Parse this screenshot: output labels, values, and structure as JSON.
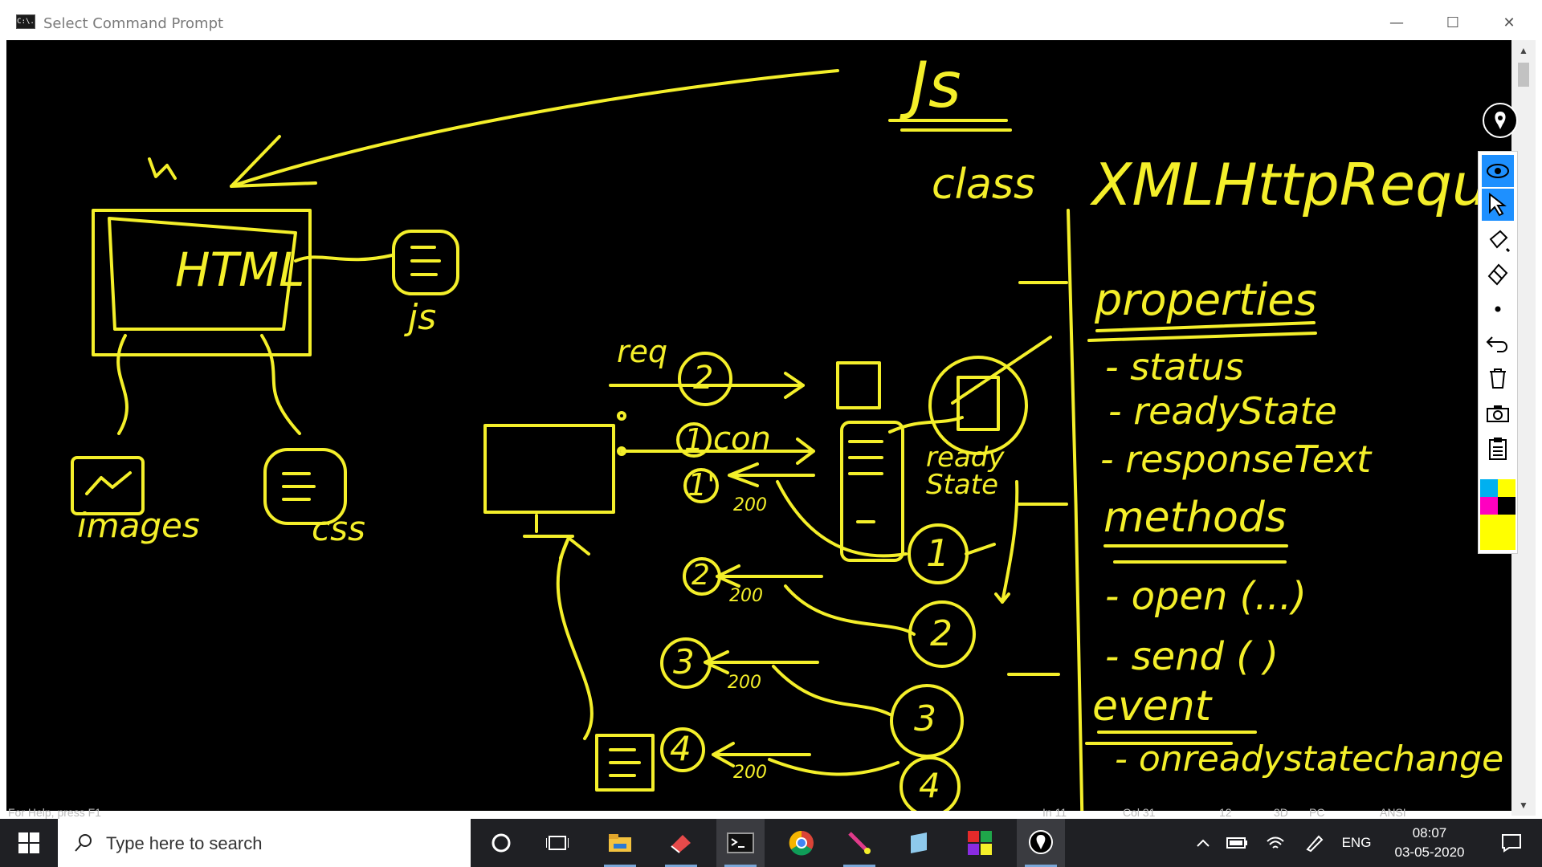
{
  "window": {
    "title": "Select Command Prompt",
    "icon_text": "C:\\.",
    "minimize": "—",
    "maximize": "☐",
    "close": "✕"
  },
  "console_status": {
    "help": "For Help, press F1",
    "ln": "In 11",
    "col": "Col 31",
    "sel": "12",
    "c4": "3D",
    "c5": "PC",
    "enc": "ANSI"
  },
  "handwriting": {
    "js_title": "Js",
    "class_word": "class",
    "class_name": "XMLHttpRequest",
    "properties_heading": "properties",
    "prop_status": "- status",
    "prop_readystate": "- readyState",
    "prop_responsetext": "- responseText",
    "methods_heading": "methods",
    "method_open": "- open (...)",
    "method_send": "- send ( )",
    "event_heading": "event",
    "event_onreadystatechange": "- onreadystatechange",
    "html_label": "HTML",
    "js_label": "js",
    "images_label": "images",
    "css_label": "css",
    "req_label": "req",
    "con_label": "con",
    "ready_state_label": "ready State",
    "n1": "1",
    "n2": "2",
    "n3": "3",
    "n4": "4",
    "n1p": "1'",
    "code200": "200"
  },
  "annotation_tools": [
    "pen-handle-icon",
    "eye-icon",
    "cursor-icon",
    "highlighter-icon",
    "eraser-icon",
    "dot-icon",
    "undo-icon",
    "trash-icon",
    "camera-icon",
    "clipboard-icon"
  ],
  "palette": [
    "#00b0f0",
    "#ffff00",
    "#ff00c0",
    "#000000",
    "#ffff00"
  ],
  "taskbar": {
    "search_placeholder": "Type here to search",
    "language": "ENG",
    "time": "08:07",
    "date": "03-05-2020"
  }
}
